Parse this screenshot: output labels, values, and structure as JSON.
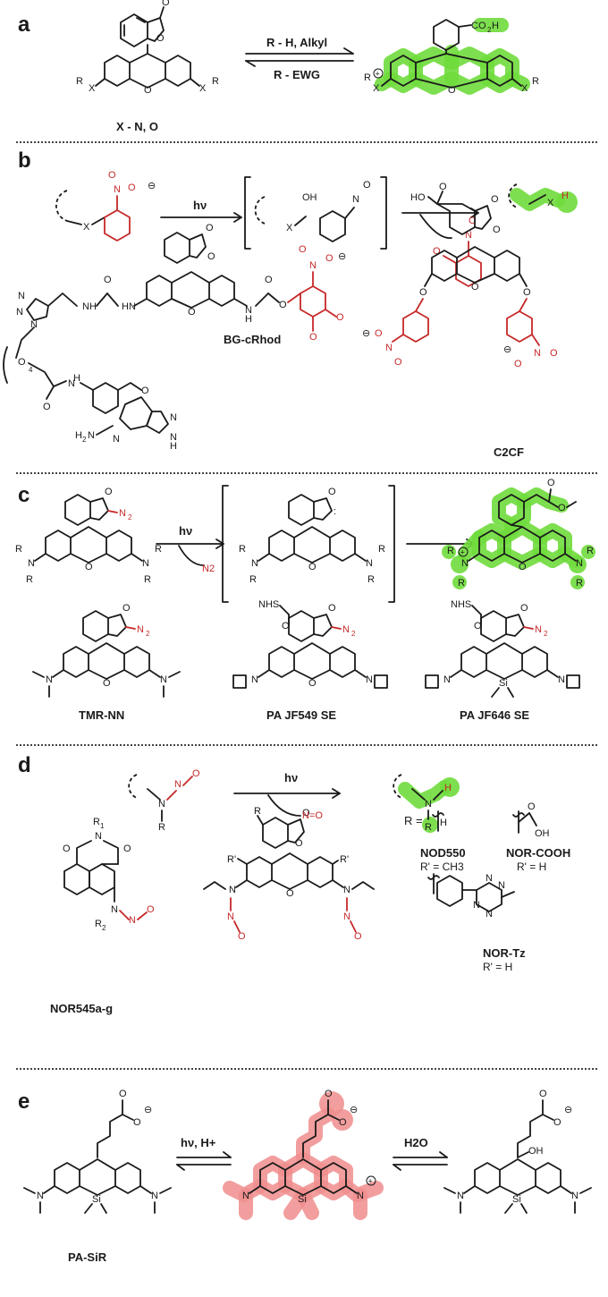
{
  "panels": {
    "a": {
      "letter": "a",
      "condition_top": "R - H, Alkyl",
      "condition_bottom": "R - EWG",
      "left_caption": "X - N, O"
    },
    "b": {
      "letter": "b",
      "condition": "hν",
      "compound1": "BG-cRhod",
      "compound2": "C2CF"
    },
    "c": {
      "letter": "c",
      "condition": "hν",
      "byproduct": "N2",
      "compounds": [
        "TMR-NN",
        "PA JF549 SE",
        "PA JF646 SE"
      ]
    },
    "d": {
      "letter": "d",
      "condition": "hν",
      "byproduct": "N=O",
      "compound_left": "NOR545a-g",
      "r_label": "R =",
      "variant1": {
        "name": "NOD550",
        "sub": "R' = CH3"
      },
      "variant2": {
        "name": "NOR-COOH",
        "sub": "R' = H"
      },
      "variant3": {
        "name": "NOR-Tz",
        "sub": "R' = H"
      }
    },
    "e": {
      "letter": "e",
      "condition1": "hν, H+",
      "condition2": "H2O",
      "compound": "PA-SiR"
    }
  },
  "colors": {
    "highlight_green": "#6fdc3c",
    "highlight_pink": "#f08d8d",
    "photocage_red": "#c62828"
  }
}
